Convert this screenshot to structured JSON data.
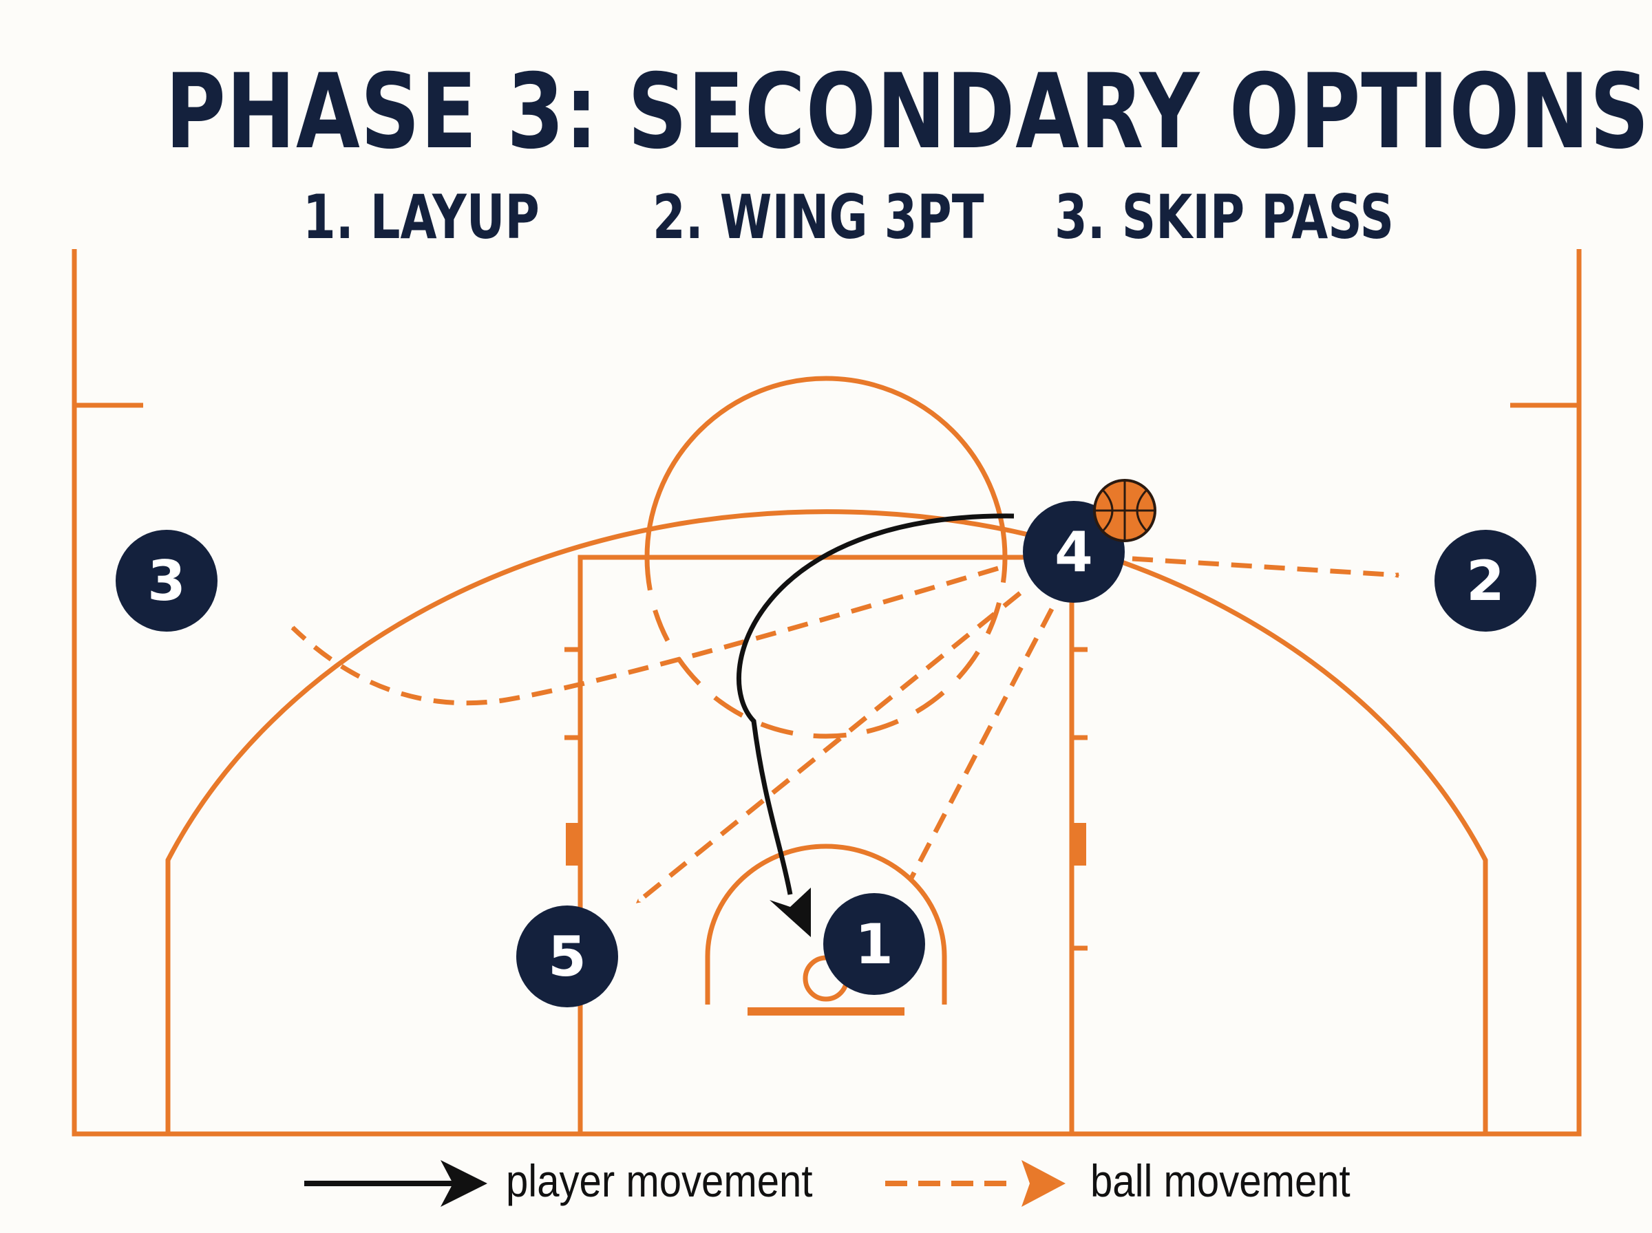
{
  "title": "PHASE 3: SECONDARY OPTIONS",
  "options": [
    {
      "label": "1. LAYUP"
    },
    {
      "label": "2. WING 3PT"
    },
    {
      "label": "3. SKIP PASS"
    }
  ],
  "players": [
    "1",
    "2",
    "3",
    "4",
    "5"
  ],
  "ball_icon": "basketball-icon",
  "legend": {
    "player_movement": "player movement",
    "ball_movement": "ball movement"
  },
  "colors": {
    "court_line": "#e8792a",
    "player_fill": "#14213d",
    "player_text": "#ffffff",
    "player_movement": "#111111",
    "ball_movement": "#e8792a",
    "title": "#14213d"
  }
}
